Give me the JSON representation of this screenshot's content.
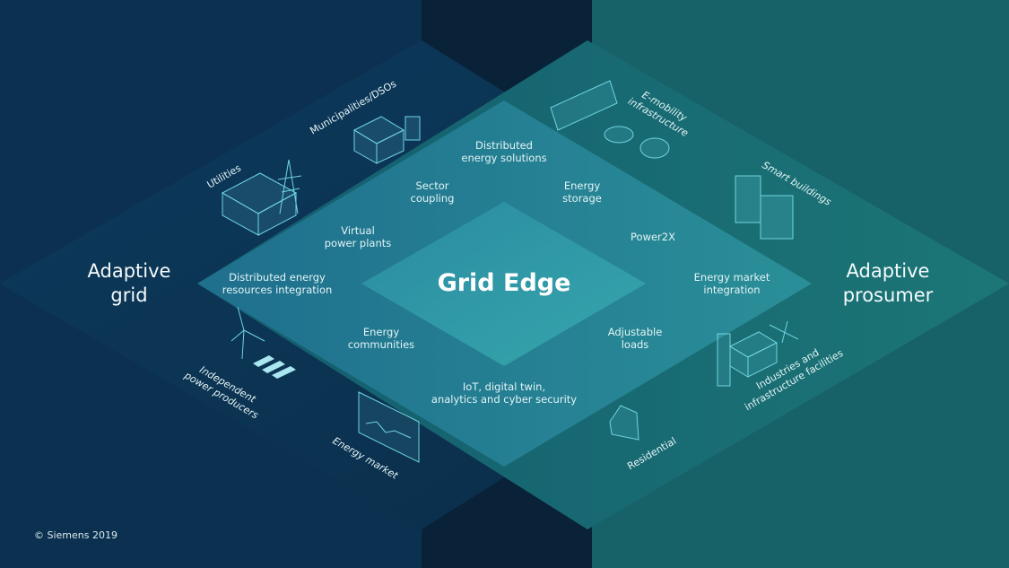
{
  "center": {
    "title": "Grid Edge"
  },
  "sides": {
    "left": "Adaptive\ngrid",
    "right": "Adaptive\nprosumer"
  },
  "inner_labels": {
    "distributed_energy_solutions": "Distributed\nenergy solutions",
    "sector_coupling": "Sector\ncoupling",
    "energy_storage": "Energy\nstorage",
    "virtual_power_plants": "Virtual\npower plants",
    "power2x": "Power2X",
    "der_integration": "Distributed energy\nresources integration",
    "energy_market_integration": "Energy market\nintegration",
    "energy_communities": "Energy\ncommunities",
    "adjustable_loads": "Adjustable\nloads",
    "iot": "IoT, digital twin,\nanalytics and cyber security"
  },
  "stakeholders": {
    "municipalities": "Municipalities/DSOs",
    "utilities": "Utilities",
    "ipp": "Independent\npower producers",
    "energy_market": "Energy market",
    "emobility": "E-mobility\ninfrastructure",
    "smart_buildings": "Smart buildings",
    "industries": "Industries and\ninfrastructure facilities",
    "residential": "Residential"
  },
  "copyright": "© Siemens 2019",
  "colors": {
    "navy": "#0b2740",
    "left": "#0f4a6e",
    "right": "#1b7479",
    "overlap": "#1e6f8a",
    "center": "#2b96a4"
  }
}
